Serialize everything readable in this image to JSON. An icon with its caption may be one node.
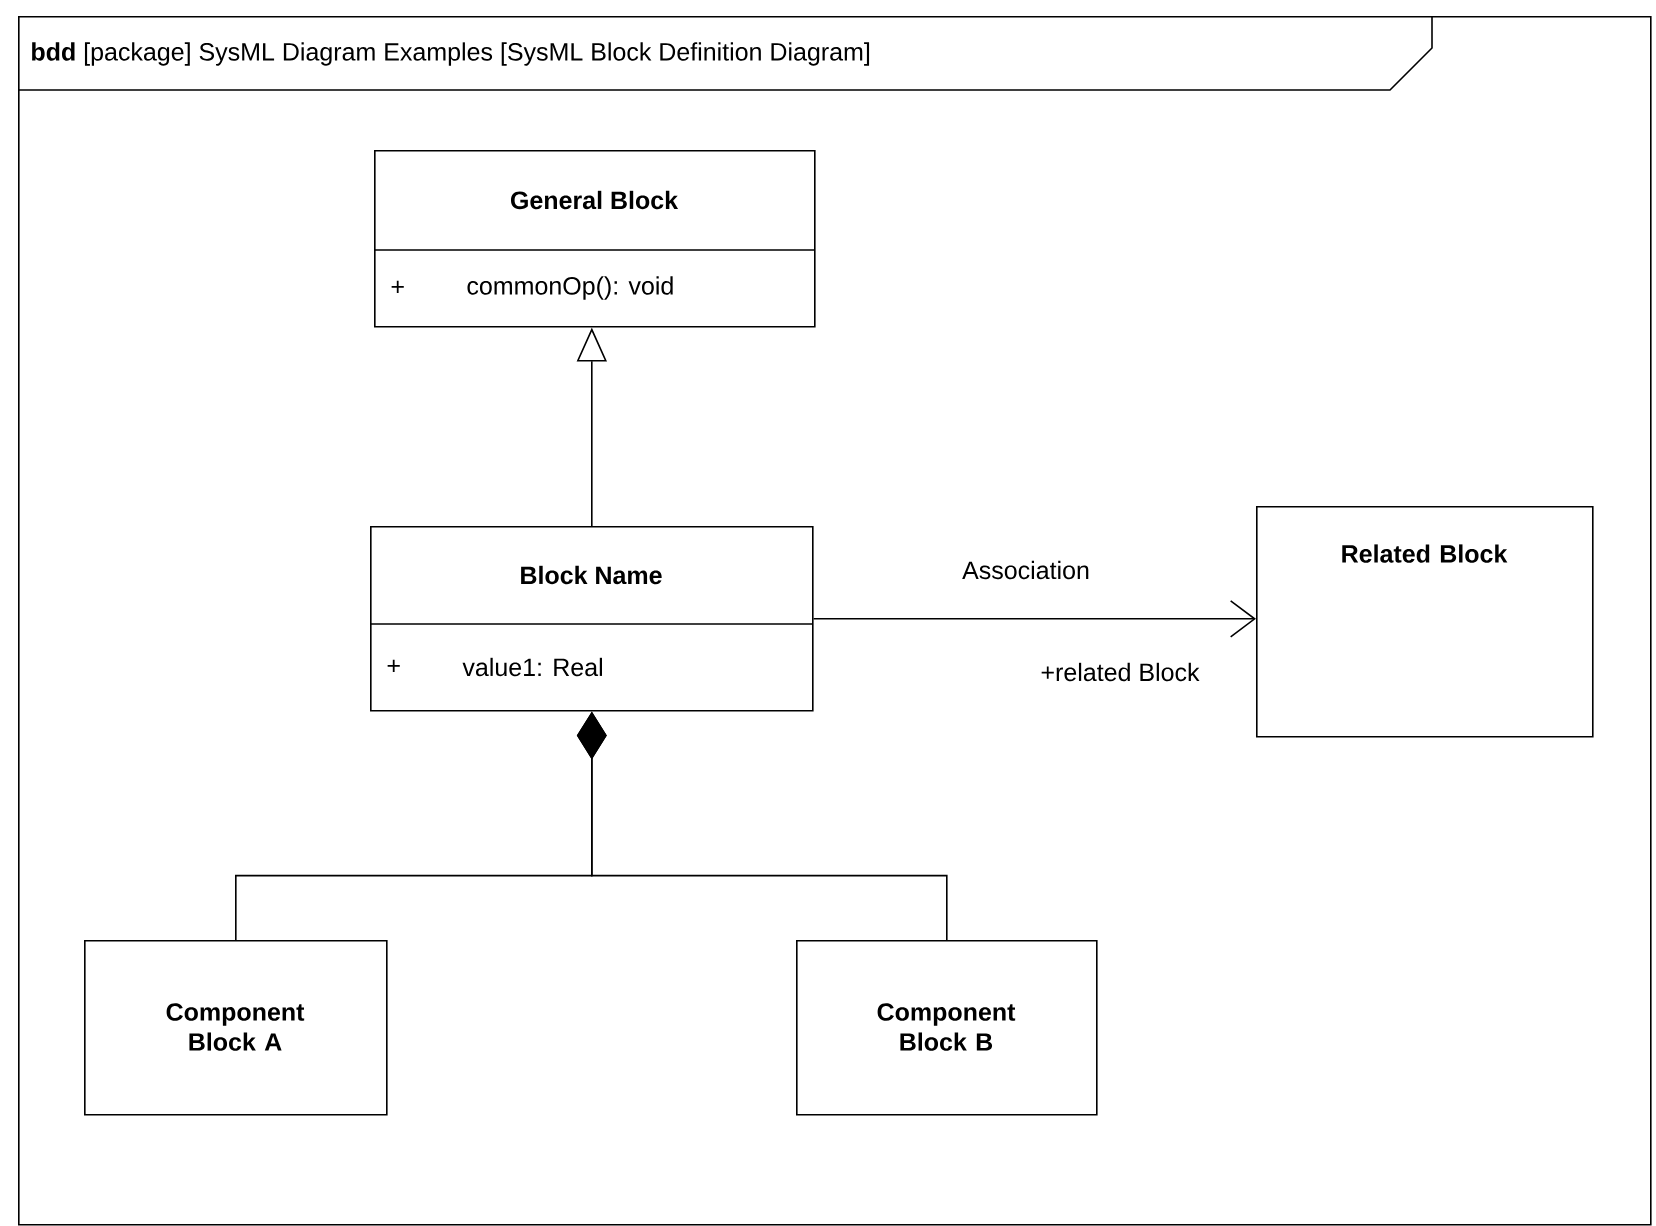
{
  "diagram": {
    "nodes": [
      {
        "text": [
          "**bdd** [package] SysML Diagram Examples [SysML Block Definition Diagram]"
        ]
      },
      {
        "text": [
          "General Block",
          "+",
          "commonOp(): void"
        ],
        "in": 0
      },
      {
        "text": [
          "Block Name",
          "+",
          "value1: Real"
        ],
        "in": 0
      },
      {
        "text": [
          "Related Block"
        ],
        "in": 0
      },
      {
        "text": [
          "Component Block A"
        ],
        "in": 0
      },
      {
        "text": [
          "Component Block B"
        ],
        "in": 0
      }
    ],
    "edges": [
      {
        "from": 2,
        "to": 1,
        "arrow": "to"
      },
      {
        "from": 2,
        "to": 3,
        "arrow": "to",
        "label": "Association"
      },
      {
        "from": 2,
        "to": 4,
        "arrow": "other"
      },
      {
        "from": 2,
        "to": 5,
        "arrow": "other"
      }
    ],
    "labels": [
      "+related Block"
    ]
  }
}
